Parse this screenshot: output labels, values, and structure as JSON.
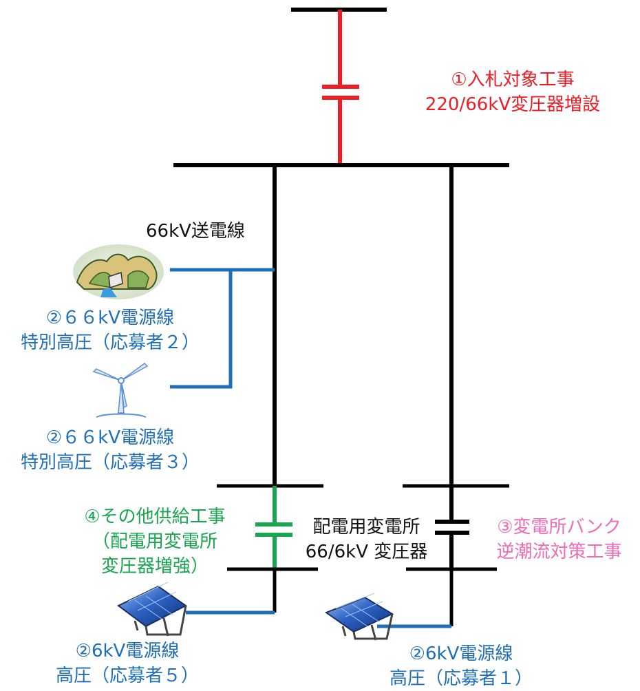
{
  "colors": {
    "main_line": "#000000",
    "bid_work": "#ee1c25",
    "generator_line": "#1f6fb8",
    "other_supply": "#1aa650",
    "bank_work": "#f06ab4",
    "label_black": "#111111"
  },
  "labels": {
    "bid_work": {
      "line1": "①入札対象工事",
      "line2": "220/66kV変圧器増設"
    },
    "transmission_line": "66kV送電線",
    "gen2": {
      "line1": "②６６kV電源線",
      "line2": "特別高圧（応募者２）"
    },
    "gen3": {
      "line1": "②６６kV電源線",
      "line2": "特別高圧（応募者３）"
    },
    "other_supply": {
      "line1": "④その他供給工事",
      "line2": "（配電用変電所",
      "line3": "変圧器増強）"
    },
    "substation": {
      "line1": "配電用変電所",
      "line2": "66/6kV 変圧器"
    },
    "bank_work": {
      "line1": "③変電所バンク",
      "line2": "逆潮流対策工事"
    },
    "gen5": {
      "line1": "②6kV電源線",
      "line2": "高圧（応募者５）"
    },
    "gen1": {
      "line1": "②6kV電源線",
      "line2": "高圧（応募者１）"
    }
  },
  "icons": {
    "dam": "dam-icon",
    "wind_turbine": "wind-turbine-icon",
    "solar_panel_left": "solar-panel-icon",
    "solar_panel_right": "solar-panel-icon"
  }
}
